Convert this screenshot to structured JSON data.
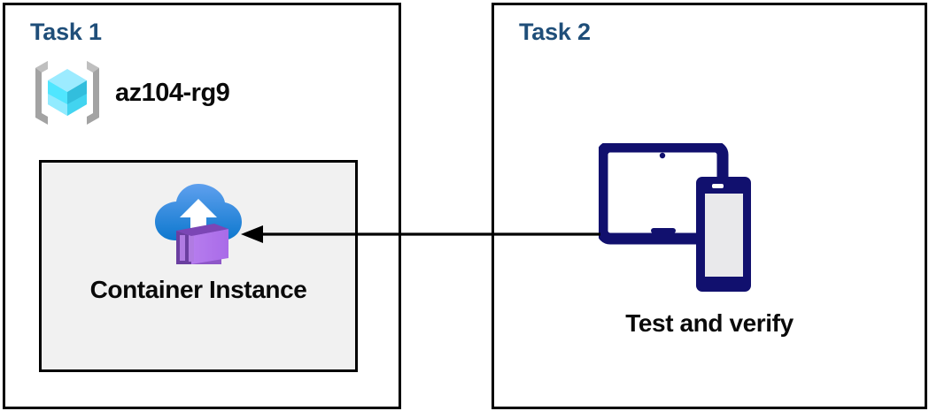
{
  "diagram": {
    "title": "Azure Container Instance task diagram",
    "colors": {
      "panel_border": "#000000",
      "task_title": "#1F4E79",
      "box_fill": "#F1F1F1",
      "device_navy": "#11106E",
      "device_screen": "#E9E9EB",
      "arrow": "#000000",
      "rg_cube_light": "#9CEBFF",
      "rg_cube_mid": "#50E6FF",
      "rg_cube_dark": "#32BEDD",
      "rg_bracket": "#A3A3A3",
      "cloud_top": "#5197E8",
      "cloud_bottom": "#0F7FD4",
      "container_light": "#B077E8",
      "container_mid": "#9A5CD0",
      "container_dark": "#6B3FA0"
    }
  },
  "panels": [
    {
      "id": "task1",
      "title": "Task 1",
      "resource_group": {
        "icon": "azure-resource-group-icon",
        "label": "az104-rg9"
      },
      "box": {
        "icon": "azure-container-instance-icon",
        "label": "Container Instance"
      }
    },
    {
      "id": "task2",
      "title": "Task 2",
      "device": {
        "icon": "tablet-and-phone-icon",
        "label": "Test and verify"
      }
    }
  ],
  "connector": {
    "name": "arrow-task2-to-container-instance",
    "direction": "right-to-left",
    "head": "left"
  }
}
